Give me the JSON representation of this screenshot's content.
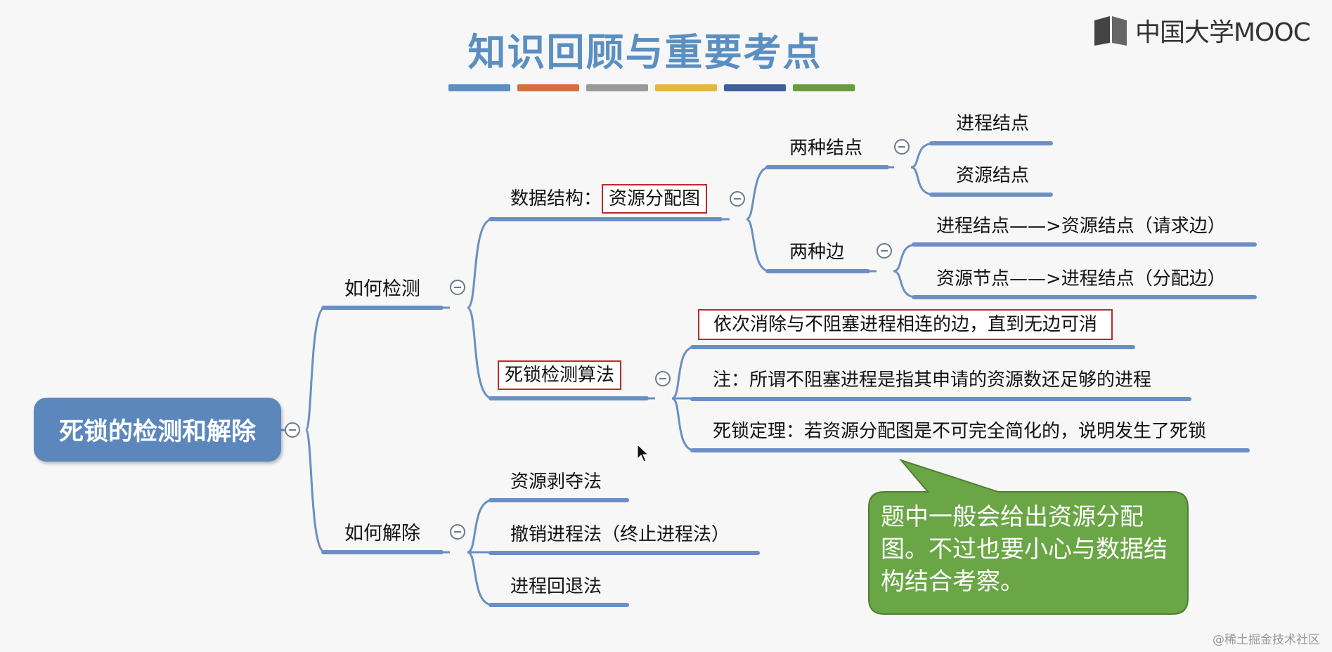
{
  "header": {
    "title": "知识回顾与重要考点",
    "logo_text": "中国大学MOOC",
    "color_bars": [
      "#5b8fc1",
      "#d4703c",
      "#9a9a9a",
      "#e8b445",
      "#3f5f9e",
      "#6a9c3f"
    ]
  },
  "mindmap": {
    "root": "死锁的检测和解除",
    "detect": {
      "label": "如何检测",
      "data_structure_prefix": "数据结构：",
      "data_structure_box": "资源分配图",
      "two_nodes": "两种结点",
      "process_node": "进程结点",
      "resource_node": "资源结点",
      "two_edges": "两种边",
      "request_edge": "进程结点——>资源结点（请求边）",
      "assign_edge": "资源节点——>进程结点（分配边）",
      "algorithm": "死锁检测算法",
      "algo_step": "依次消除与不阻塞进程相连的边，直到无边可消",
      "algo_note": "注：所谓不阻塞进程是指其申请的资源数还足够的进程",
      "algo_theorem": "死锁定理：若资源分配图是不可完全简化的，说明发生了死锁"
    },
    "resolve": {
      "label": "如何解除",
      "preempt": "资源剥夺法",
      "terminate": "撤销进程法（终止进程法）",
      "rollback": "进程回退法"
    }
  },
  "callout": {
    "text": "题中一般会给出资源分配图。不过也要小心与数据结构结合考察。",
    "color": "#6aa645"
  },
  "watermark": "@稀土掘金技术社区"
}
